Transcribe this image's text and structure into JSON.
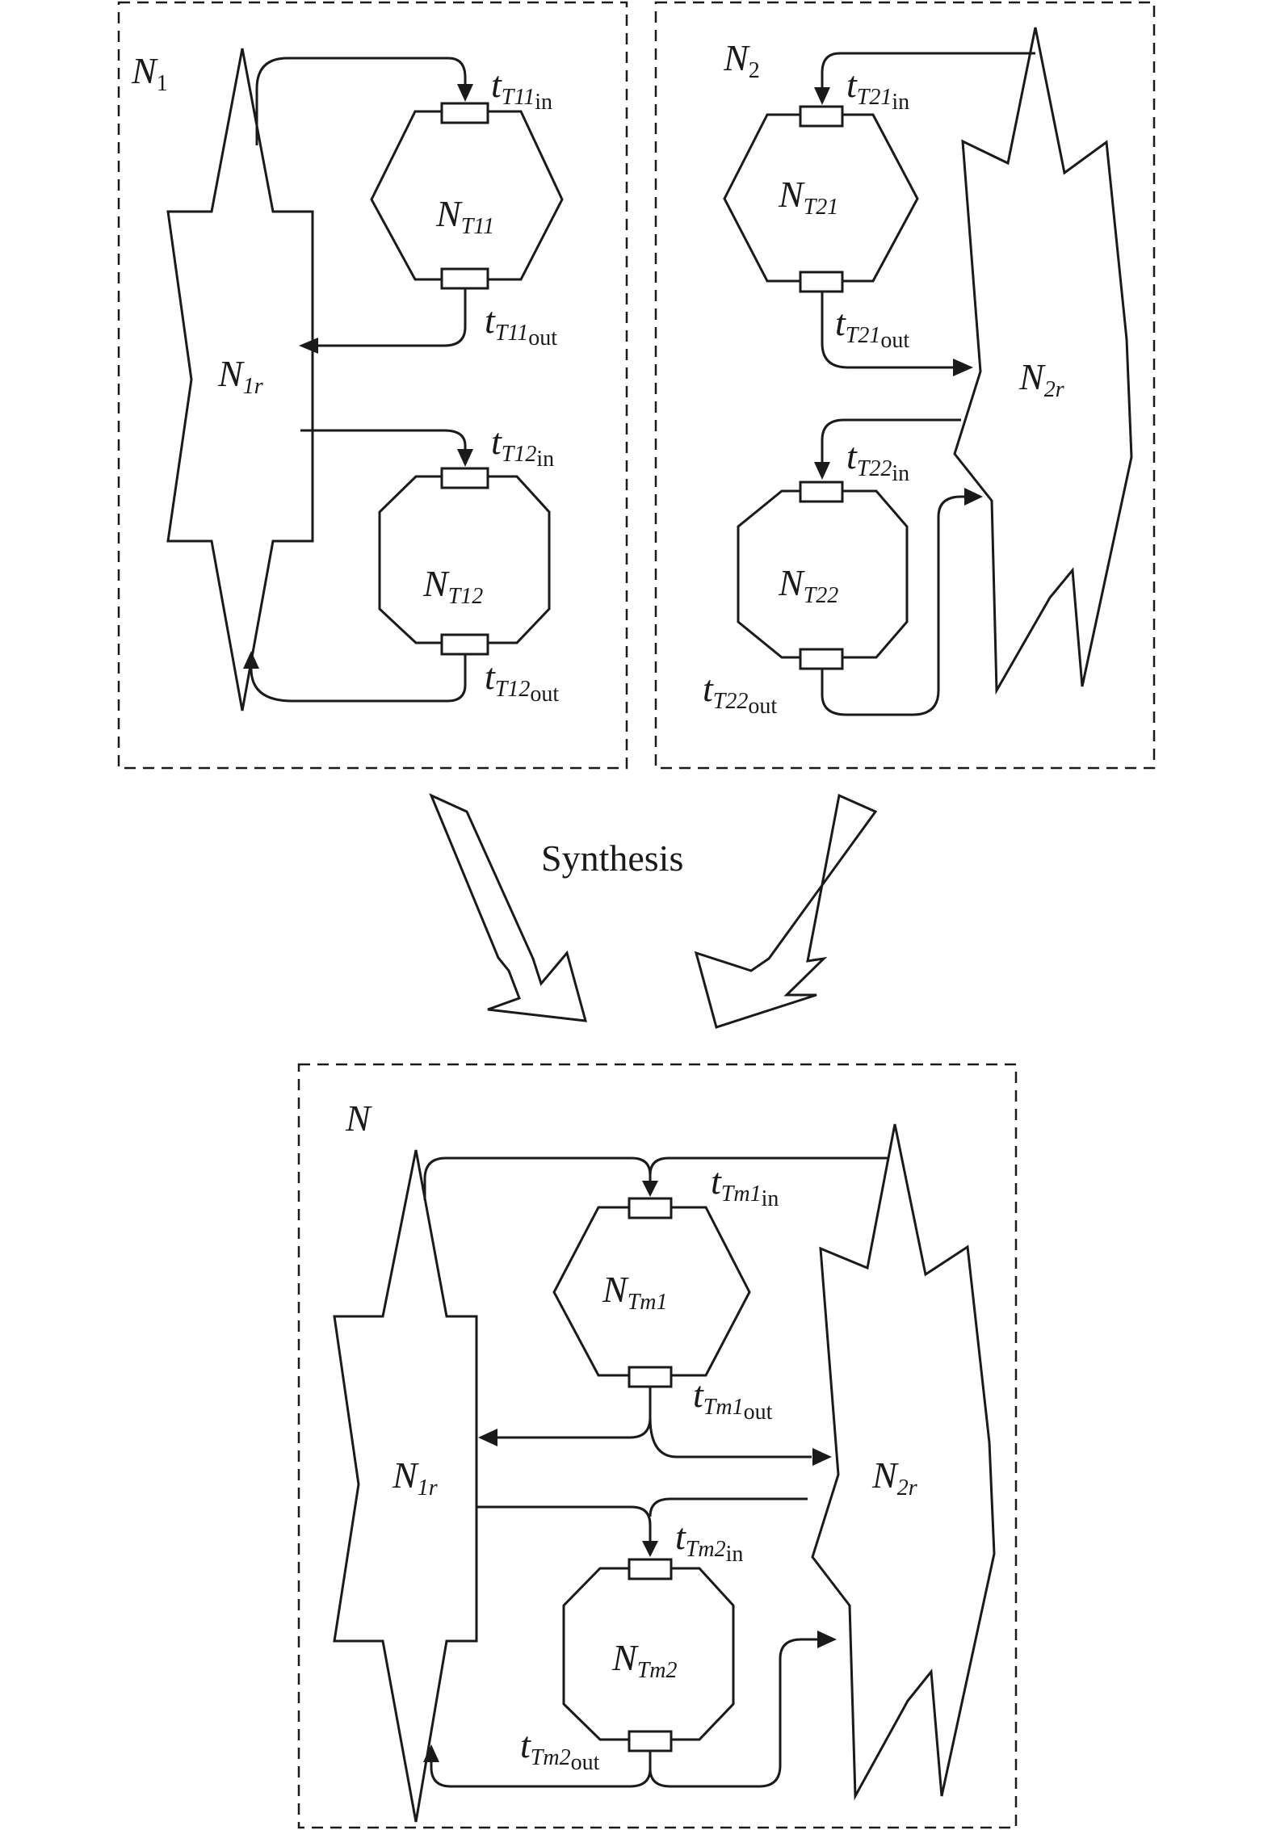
{
  "panels": {
    "n1": {
      "label": {
        "base": "N",
        "sub": "1"
      },
      "region": {
        "base": "N",
        "sub": "1r"
      },
      "sub_nets": [
        {
          "base": "N",
          "sub": "T11"
        },
        {
          "base": "N",
          "sub": "T12"
        }
      ],
      "transitions": [
        {
          "base": "t",
          "sub": "T11",
          "sup": "in"
        },
        {
          "base": "t",
          "sub": "T11",
          "sup": "out"
        },
        {
          "base": "t",
          "sub": "T12",
          "sup": "in"
        },
        {
          "base": "t",
          "sub": "T12",
          "sup": "out"
        }
      ]
    },
    "n2": {
      "label": {
        "base": "N",
        "sub": "2"
      },
      "region": {
        "base": "N",
        "sub": "2r"
      },
      "sub_nets": [
        {
          "base": "N",
          "sub": "T21"
        },
        {
          "base": "N",
          "sub": "T22"
        }
      ],
      "transitions": [
        {
          "base": "t",
          "sub": "T21",
          "sup": "in"
        },
        {
          "base": "t",
          "sub": "T21",
          "sup": "out"
        },
        {
          "base": "t",
          "sub": "T22",
          "sup": "in"
        },
        {
          "base": "t",
          "sub": "T22",
          "sup": "out"
        }
      ]
    },
    "n": {
      "label": {
        "base": "N"
      },
      "region_left": {
        "base": "N",
        "sub": "1r"
      },
      "region_right": {
        "base": "N",
        "sub": "2r"
      },
      "sub_nets": [
        {
          "base": "N",
          "sub": "Tm1"
        },
        {
          "base": "N",
          "sub": "Tm2"
        }
      ],
      "transitions": [
        {
          "base": "t",
          "sub": "Tm1",
          "sup": "in"
        },
        {
          "base": "t",
          "sub": "Tm1",
          "sup": "out"
        },
        {
          "base": "t",
          "sub": "Tm2",
          "sup": "in"
        },
        {
          "base": "t",
          "sub": "Tm2",
          "sup": "out"
        }
      ]
    }
  },
  "synthesis_label": "Synthesis"
}
